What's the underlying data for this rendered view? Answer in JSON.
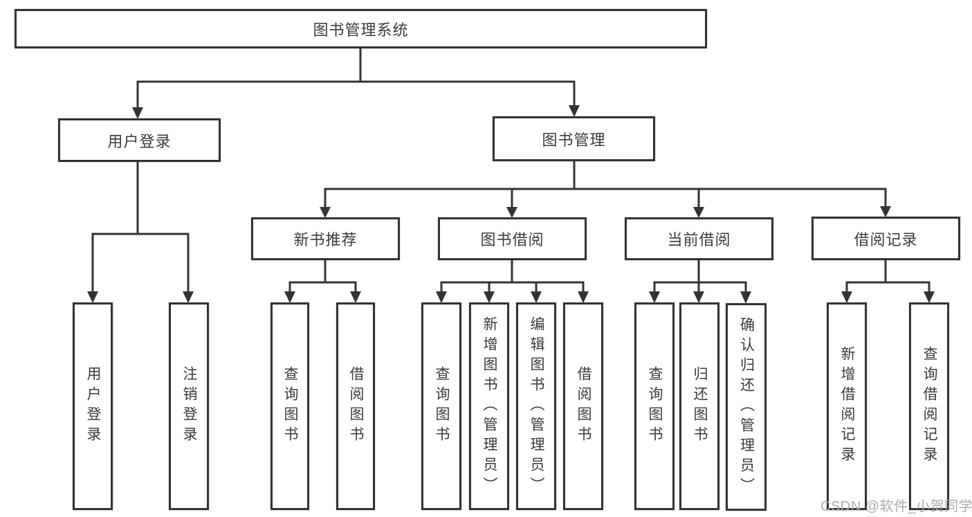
{
  "diagram": {
    "tree": {
      "root": {
        "label": "图书管理系统"
      },
      "branches": [
        {
          "label": "用户登录",
          "children": [
            {
              "label": "用户登录"
            },
            {
              "label": "注销登录"
            }
          ]
        },
        {
          "label": "图书管理",
          "children": [
            {
              "label": "新书推荐",
              "children": [
                {
                  "label": "查询图书"
                },
                {
                  "label": "借阅图书"
                }
              ]
            },
            {
              "label": "图书借阅",
              "children": [
                {
                  "label": "查询图书"
                },
                {
                  "label": "新增图书（管理员）"
                },
                {
                  "label": "编辑图书（管理员）"
                },
                {
                  "label": "借阅图书"
                }
              ]
            },
            {
              "label": "当前借阅",
              "children": [
                {
                  "label": "查询图书"
                },
                {
                  "label": "归还图书"
                },
                {
                  "label": "确认归还（管理员）"
                }
              ]
            },
            {
              "label": "借阅记录",
              "children": [
                {
                  "label": "新增借阅记录"
                },
                {
                  "label": "查询借阅记录"
                }
              ]
            }
          ]
        }
      ]
    },
    "watermark": {
      "text": "CSDN @软件_小贺同学",
      "color": "#ababab"
    },
    "colors": {
      "line": "#333333",
      "box_border": "#333333",
      "box_fill": "#ffffff",
      "text": "#3a3a3a",
      "background": "#ffffff"
    }
  }
}
